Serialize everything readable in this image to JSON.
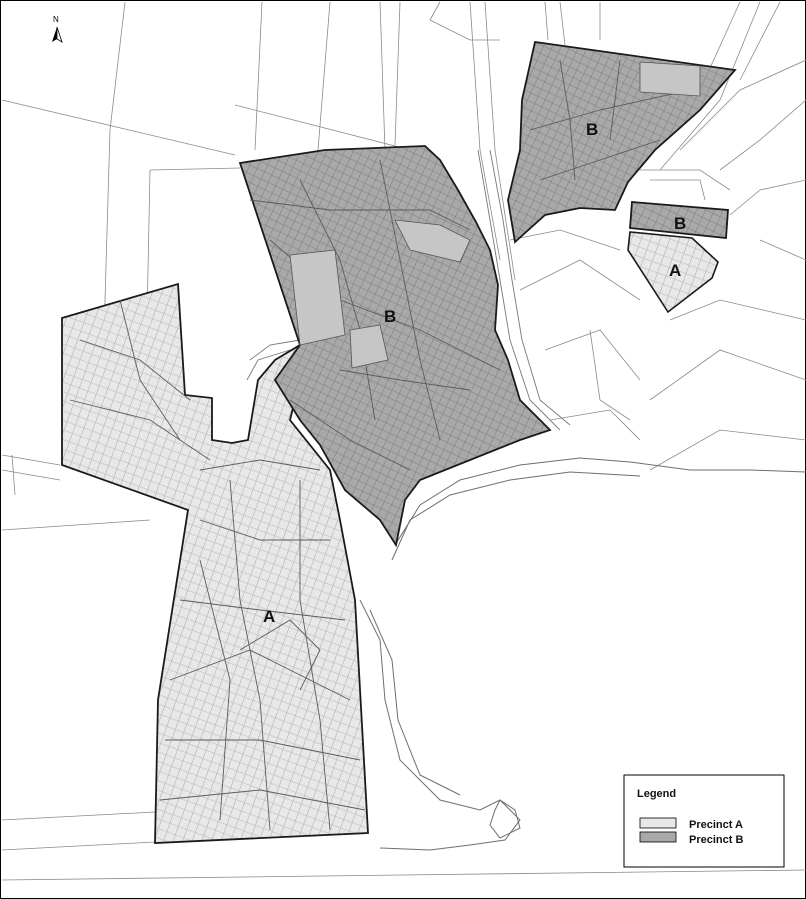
{
  "north_arrow": {
    "label": "N"
  },
  "precinct_labels": [
    {
      "id": "b-north-east",
      "text": "B",
      "precinct": "B"
    },
    {
      "id": "b-small-east",
      "text": "B",
      "precinct": "B"
    },
    {
      "id": "a-small-east",
      "text": "A",
      "precinct": "A"
    },
    {
      "id": "b-central",
      "text": "B",
      "precinct": "B"
    },
    {
      "id": "a-south-west",
      "text": "A",
      "precinct": "A"
    }
  ],
  "legend": {
    "title": "Legend",
    "items": [
      {
        "label": "Precinct A",
        "color": "#e8e8e8"
      },
      {
        "label": "Precinct B",
        "color": "#a9a9a9"
      }
    ]
  },
  "colors": {
    "precinct_a_fill": "#e8e8e8",
    "precinct_b_fill": "#a9a9a9",
    "boundary": "#1a1a1a",
    "cadastral_line": "#8a8a8a",
    "background": "#ffffff"
  }
}
